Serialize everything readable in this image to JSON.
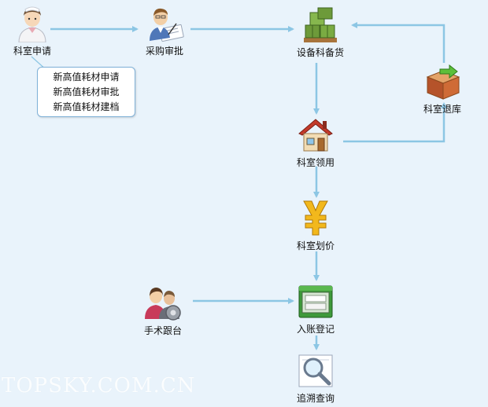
{
  "nodes": {
    "dept_apply": "科室申请",
    "purchase_approve": "采购审批",
    "equip_stock": "设备科备货",
    "dept_return": "科室退库",
    "dept_receive": "科室领用",
    "dept_pricing": "科室划价",
    "surgery_follow": "手术跟台",
    "entry_register": "入账登记",
    "trace_query": "追溯查询"
  },
  "note_lines": [
    "新高值耗材申请",
    "新高值耗材审批",
    "新高值耗材建档"
  ],
  "watermark": "TOPSKY.COM.CN",
  "colors": {
    "arrow": "#8cc6e4",
    "background": "#e9f3fb"
  },
  "icons": {
    "dept_apply": "nurse-icon",
    "purchase_approve": "approver-icon",
    "equip_stock": "boxes-icon",
    "dept_return": "return-box-icon",
    "dept_receive": "house-icon",
    "dept_pricing": "yen-icon",
    "surgery_follow": "users-icon",
    "entry_register": "register-box-icon",
    "trace_query": "magnifier-icon"
  }
}
